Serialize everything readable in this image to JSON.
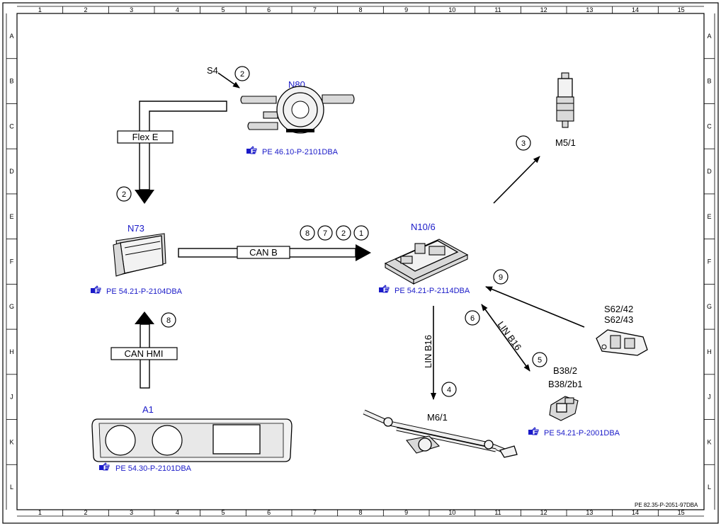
{
  "grid": {
    "columns": [
      "1",
      "2",
      "3",
      "4",
      "5",
      "6",
      "7",
      "8",
      "9",
      "10",
      "11",
      "12",
      "13",
      "14",
      "15"
    ],
    "rows": [
      "A",
      "B",
      "C",
      "D",
      "E",
      "F",
      "G",
      "H",
      "J",
      "K",
      "L"
    ]
  },
  "components": {
    "n80": {
      "label": "N80",
      "ref": "PE 46.10-P-2101DBA"
    },
    "s4": {
      "label": "S4"
    },
    "m5_1": {
      "label": "M5/1"
    },
    "n73": {
      "label": "N73",
      "ref": "PE 54.21-P-2104DBA"
    },
    "n10_6": {
      "label": "N10/6",
      "ref": "PE 54.21-P-2114DBA"
    },
    "a1": {
      "label": "A1",
      "ref": "PE 54.30-P-2101DBA"
    },
    "m6_1": {
      "label": "M6/1"
    },
    "s62": {
      "label_1": "S62/42",
      "label_2": "S62/43"
    },
    "b38": {
      "label_1": "B38/2",
      "label_2": "B38/2b1",
      "ref": "PE 54.21-P-2001DBA"
    }
  },
  "buses": {
    "flex_e": "Flex E",
    "can_b": "CAN B",
    "can_hmi": "CAN HMI",
    "lin_b16_vertical": "LIN B16",
    "lin_b16_diagonal": "LIN B16"
  },
  "markers": {
    "s4_marker": "2",
    "flex_marker": "2",
    "canb_markers": [
      "8",
      "7",
      "2",
      "1"
    ],
    "m5_marker": "3",
    "s62_marker": "9",
    "lin_up_marker": "6",
    "lin_down_marker": "5",
    "m6_marker": "4",
    "canhmi_marker": "8"
  },
  "footer_code": "PE 82.35-P-2051-97DBA",
  "colors": {
    "label_blue": "#1a1ac8",
    "line": "#000000",
    "background": "#ffffff"
  },
  "icons": {
    "reference": "pointing-hand-icon"
  }
}
